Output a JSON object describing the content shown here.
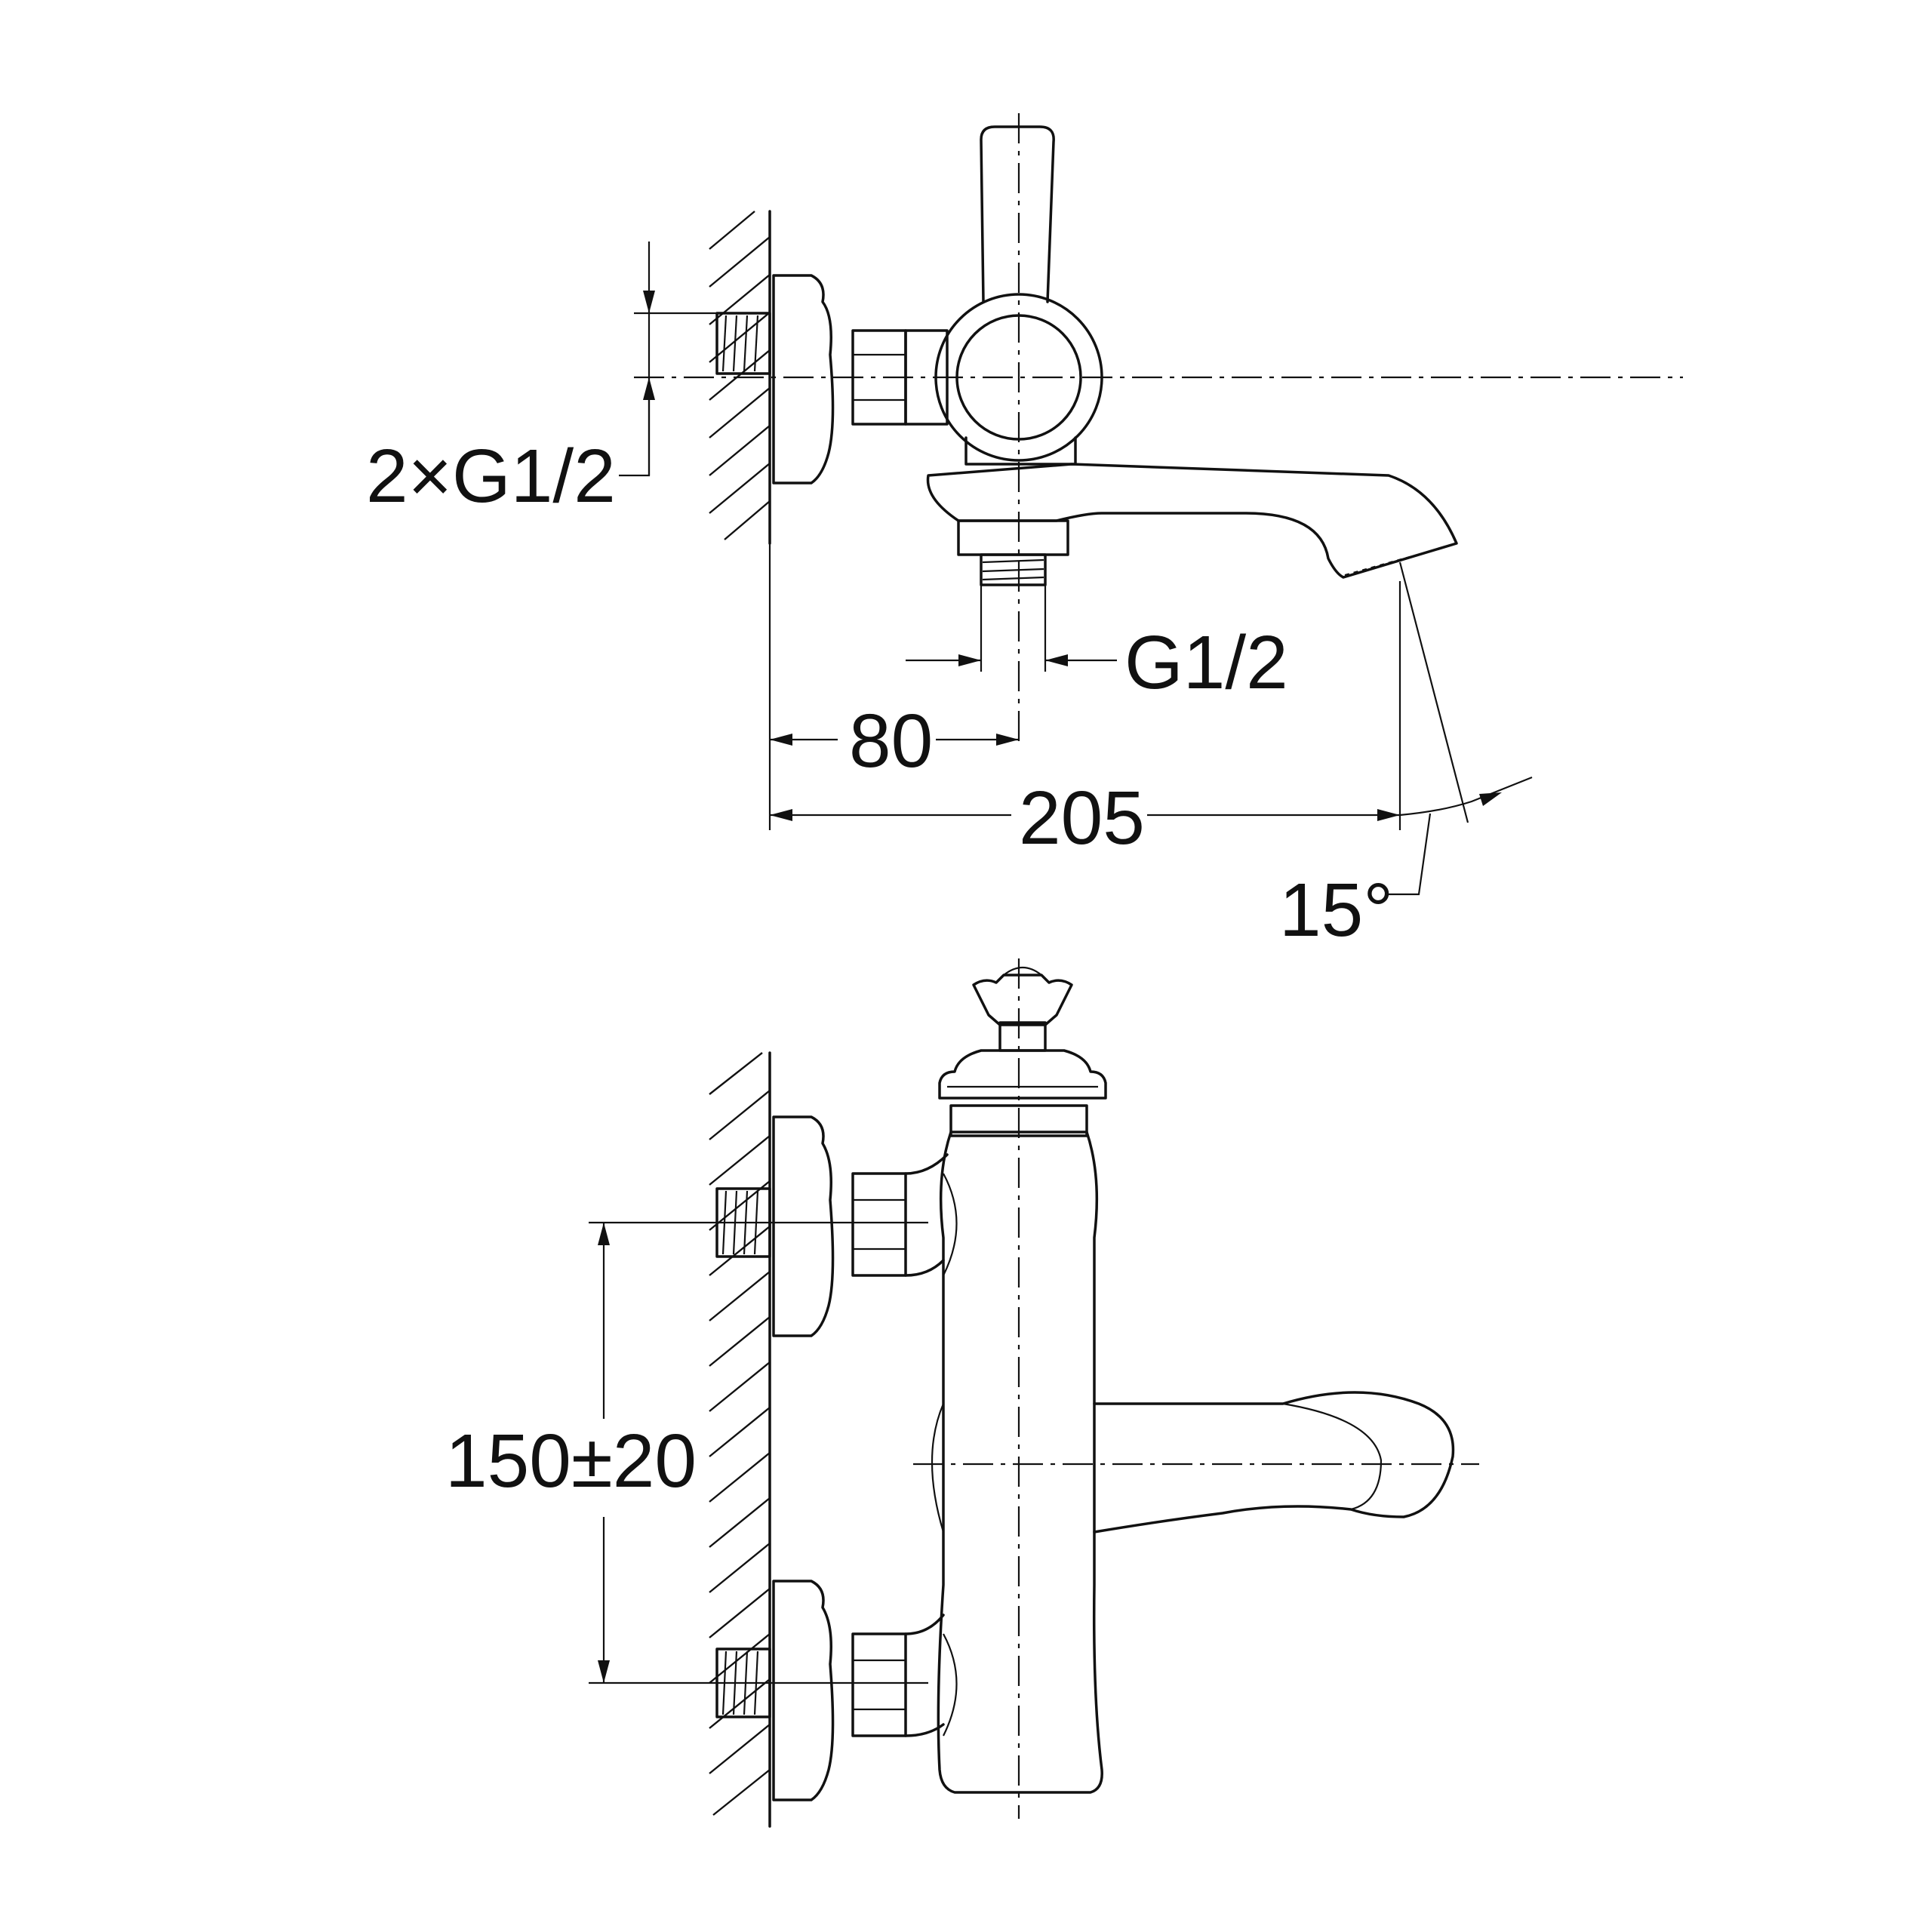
{
  "dimensions": {
    "inlet_thread": "2×G1/2",
    "outlet_thread": "G1/2",
    "handle_offset": "80",
    "spout_reach": "205",
    "spout_angle": "15°",
    "inlet_spacing": "150±20"
  }
}
